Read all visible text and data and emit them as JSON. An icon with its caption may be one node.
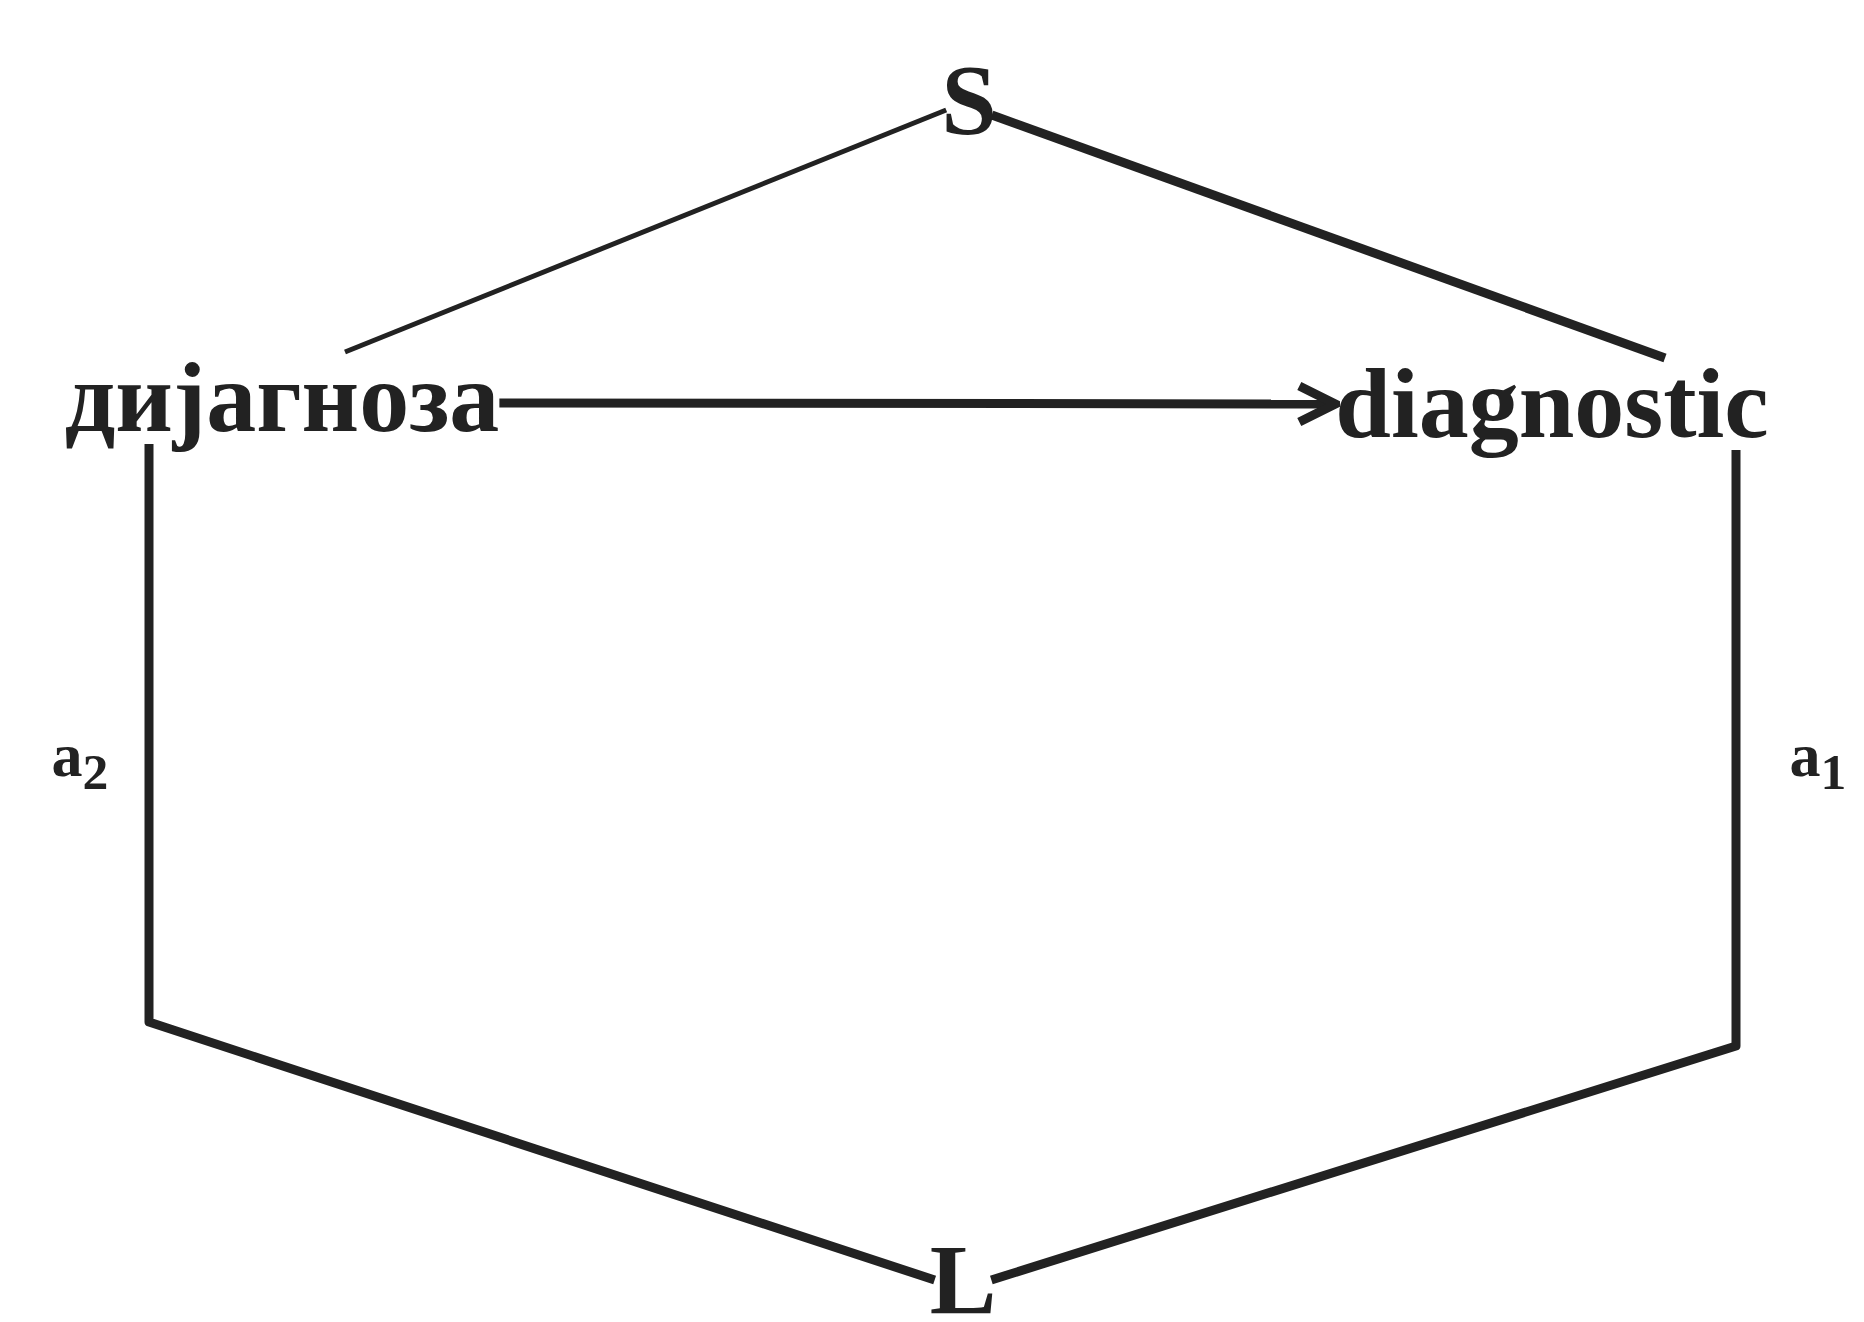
{
  "diagram": {
    "nodes": [
      {
        "text": [
          "S"
        ]
      },
      {
        "text": [
          "дијагноза"
        ]
      },
      {
        "text": [
          "diagnostic"
        ]
      },
      {
        "text": [
          "L"
        ]
      }
    ],
    "edges": [
      {
        "from": 0,
        "to": 1,
        "arrow": "none"
      },
      {
        "from": 0,
        "to": 2,
        "arrow": "none"
      },
      {
        "from": 1,
        "to": 2,
        "arrow": "to"
      },
      {
        "from": 1,
        "to": 3,
        "arrow": "none",
        "label": "a$_{2}$"
      },
      {
        "from": 2,
        "to": 3,
        "arrow": "none",
        "label": "a$_{1}$"
      }
    ]
  }
}
